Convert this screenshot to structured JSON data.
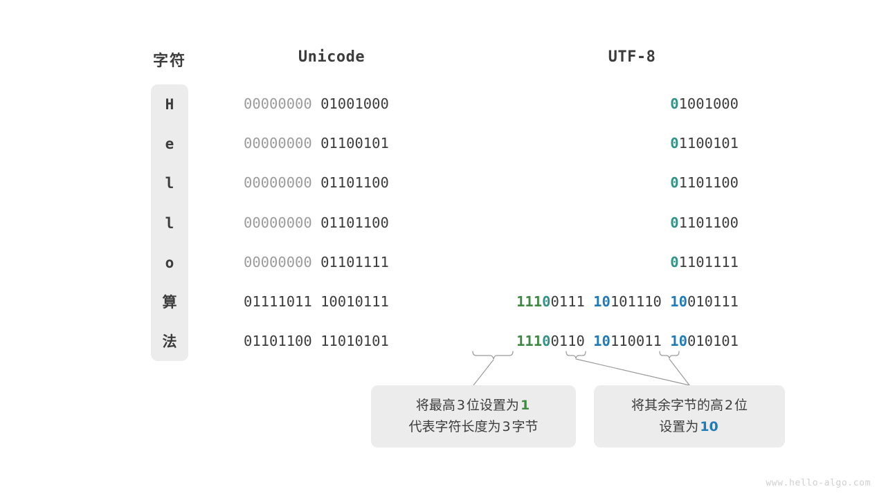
{
  "headers": {
    "char": "字符",
    "unicode": "Unicode",
    "utf8": "UTF-8"
  },
  "colors": {
    "text": "#3c3c3c",
    "dim": "#9b9b9b",
    "green": "#3f8a42",
    "teal": "#2f9486",
    "blue": "#1f7cb8",
    "panel": "#ececec",
    "background": "#ffffff",
    "watermark": "#cfcfcf"
  },
  "rows": [
    {
      "char": "H",
      "unicode_high": "00000000",
      "unicode_low": "01001000",
      "utf8_bytes": [
        {
          "prefix_green": "",
          "prefix_teal": "0",
          "prefix_blue": "",
          "rest": "1001000"
        }
      ]
    },
    {
      "char": "e",
      "unicode_high": "00000000",
      "unicode_low": "01100101",
      "utf8_bytes": [
        {
          "prefix_green": "",
          "prefix_teal": "0",
          "prefix_blue": "",
          "rest": "1100101"
        }
      ]
    },
    {
      "char": "l",
      "unicode_high": "00000000",
      "unicode_low": "01101100",
      "utf8_bytes": [
        {
          "prefix_green": "",
          "prefix_teal": "0",
          "prefix_blue": "",
          "rest": "1101100"
        }
      ]
    },
    {
      "char": "l",
      "unicode_high": "00000000",
      "unicode_low": "01101100",
      "utf8_bytes": [
        {
          "prefix_green": "",
          "prefix_teal": "0",
          "prefix_blue": "",
          "rest": "1101100"
        }
      ]
    },
    {
      "char": "o",
      "unicode_high": "00000000",
      "unicode_low": "01101111",
      "utf8_bytes": [
        {
          "prefix_green": "",
          "prefix_teal": "0",
          "prefix_blue": "",
          "rest": "1101111"
        }
      ]
    },
    {
      "char": "算",
      "unicode_high": "01111011",
      "unicode_low": "10010111",
      "utf8_bytes": [
        {
          "prefix_green": "111",
          "prefix_teal": "0",
          "prefix_blue": "",
          "rest": "0111"
        },
        {
          "prefix_green": "",
          "prefix_teal": "",
          "prefix_blue": "10",
          "rest": "101110"
        },
        {
          "prefix_green": "",
          "prefix_teal": "",
          "prefix_blue": "10",
          "rest": "010111"
        }
      ]
    },
    {
      "char": "法",
      "unicode_high": "01101100",
      "unicode_low": "11010101",
      "utf8_bytes": [
        {
          "prefix_green": "111",
          "prefix_teal": "0",
          "prefix_blue": "",
          "rest": "0110"
        },
        {
          "prefix_green": "",
          "prefix_teal": "",
          "prefix_blue": "10",
          "rest": "110011"
        },
        {
          "prefix_green": "",
          "prefix_teal": "",
          "prefix_blue": "10",
          "rest": "010101"
        }
      ]
    }
  ],
  "callouts": [
    {
      "id": "callout-1",
      "line1_a": "将最高",
      "line1_num": "3",
      "line1_b": "位设置为",
      "line1_hl": "1",
      "line1_hl_color": "green",
      "line2_a": "代表字符长度为",
      "line2_num": "3",
      "line2_b": "字节"
    },
    {
      "id": "callout-2",
      "line1_a": "将其余字节的高",
      "line1_num": "2",
      "line1_b": "位",
      "line2_a": "设置为",
      "line2_hl": "10",
      "line2_hl_color": "blue"
    }
  ],
  "watermark": "www.hello-algo.com"
}
